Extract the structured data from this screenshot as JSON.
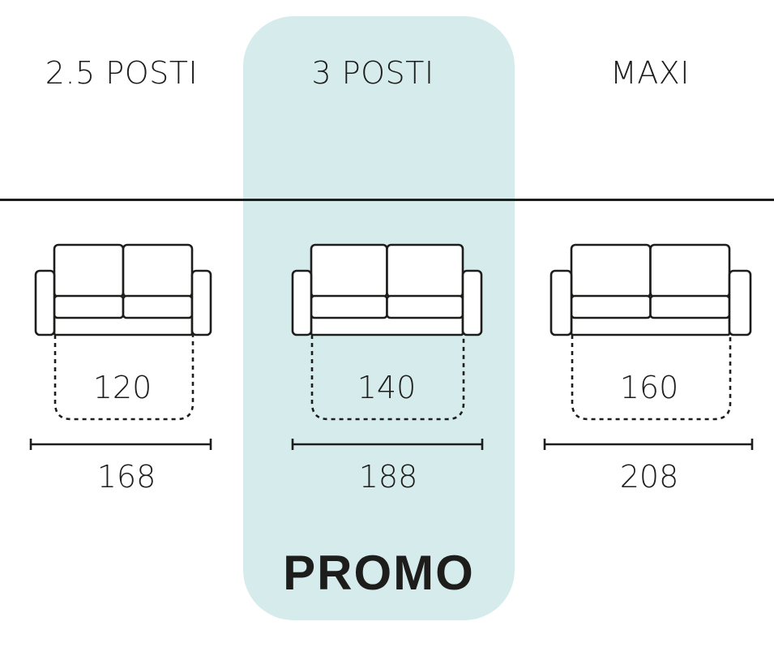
{
  "models": [
    {
      "title": "2.5 POSTI",
      "inner_width": "120",
      "total_width": "168",
      "highlighted": false
    },
    {
      "title": "3 POSTI",
      "inner_width": "140",
      "total_width": "188",
      "highlighted": true
    },
    {
      "title": "MAXI",
      "inner_width": "160",
      "total_width": "208",
      "highlighted": false
    }
  ],
  "promo_label": "PROMO",
  "colors": {
    "highlight": "#d6ebec",
    "line": "#1d1d1b"
  }
}
